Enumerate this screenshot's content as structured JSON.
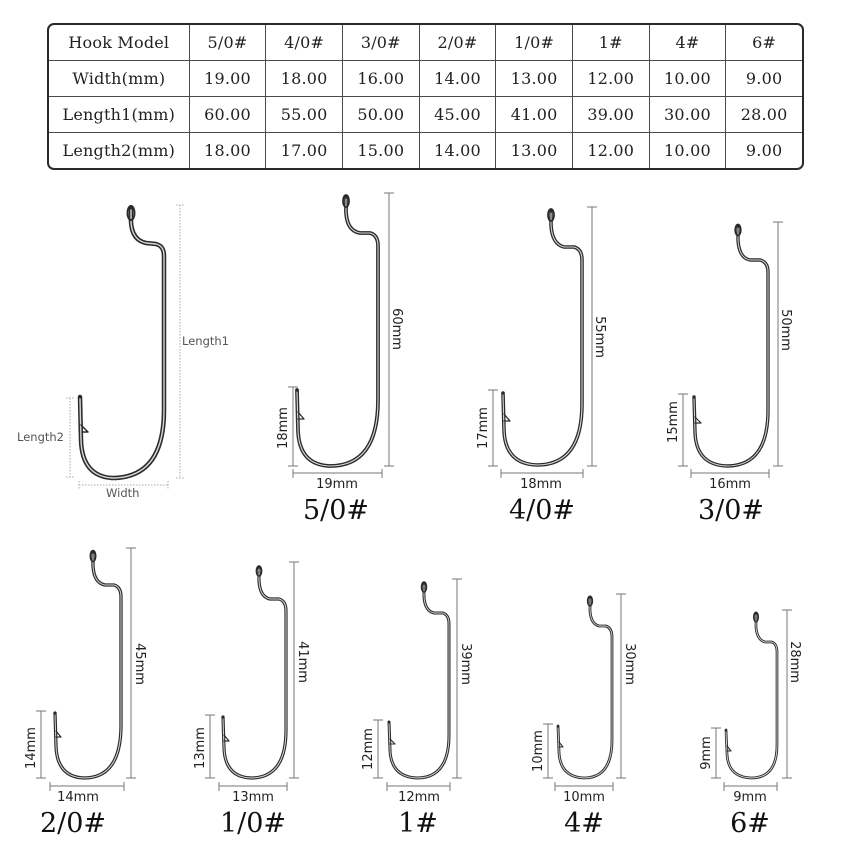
{
  "table": {
    "header_label": "Hook Model",
    "models": [
      "5/0#",
      "4/0#",
      "3/0#",
      "2/0#",
      "1/0#",
      "1#",
      "4#",
      "6#"
    ],
    "rows": [
      {
        "label": "Width(mm)",
        "values": [
          "19.00",
          "18.00",
          "16.00",
          "14.00",
          "13.00",
          "12.00",
          "10.00",
          "9.00"
        ]
      },
      {
        "label": "Length1(mm)",
        "values": [
          "60.00",
          "55.00",
          "50.00",
          "45.00",
          "41.00",
          "39.00",
          "30.00",
          "28.00"
        ]
      },
      {
        "label": "Length2(mm)",
        "values": [
          "18.00",
          "17.00",
          "15.00",
          "14.00",
          "13.00",
          "12.00",
          "10.00",
          "9.00"
        ]
      }
    ]
  },
  "diagram": {
    "length1_label": "Length1",
    "length2_label": "Length2",
    "width_label": "Width"
  },
  "hooks": [
    {
      "size": "5/0#",
      "length1": "60mm",
      "length2": "18mm",
      "width": "19mm"
    },
    {
      "size": "4/0#",
      "length1": "55mm",
      "length2": "17mm",
      "width": "18mm"
    },
    {
      "size": "3/0#",
      "length1": "50mm",
      "length2": "15mm",
      "width": "16mm"
    },
    {
      "size": "2/0#",
      "length1": "45mm",
      "length2": "14mm",
      "width": "14mm"
    },
    {
      "size": "1/0#",
      "length1": "41mm",
      "length2": "13mm",
      "width": "13mm"
    },
    {
      "size": "1#",
      "length1": "39mm",
      "length2": "12mm",
      "width": "12mm"
    },
    {
      "size": "4#",
      "length1": "30mm",
      "length2": "10mm",
      "width": "10mm"
    },
    {
      "size": "6#",
      "length1": "28mm",
      "length2": "9mm",
      "width": "9mm"
    }
  ],
  "colors": {
    "hook_steel": "#2b2b2b",
    "dimension_line": "#777777",
    "table_border": "#2a2a2a"
  }
}
